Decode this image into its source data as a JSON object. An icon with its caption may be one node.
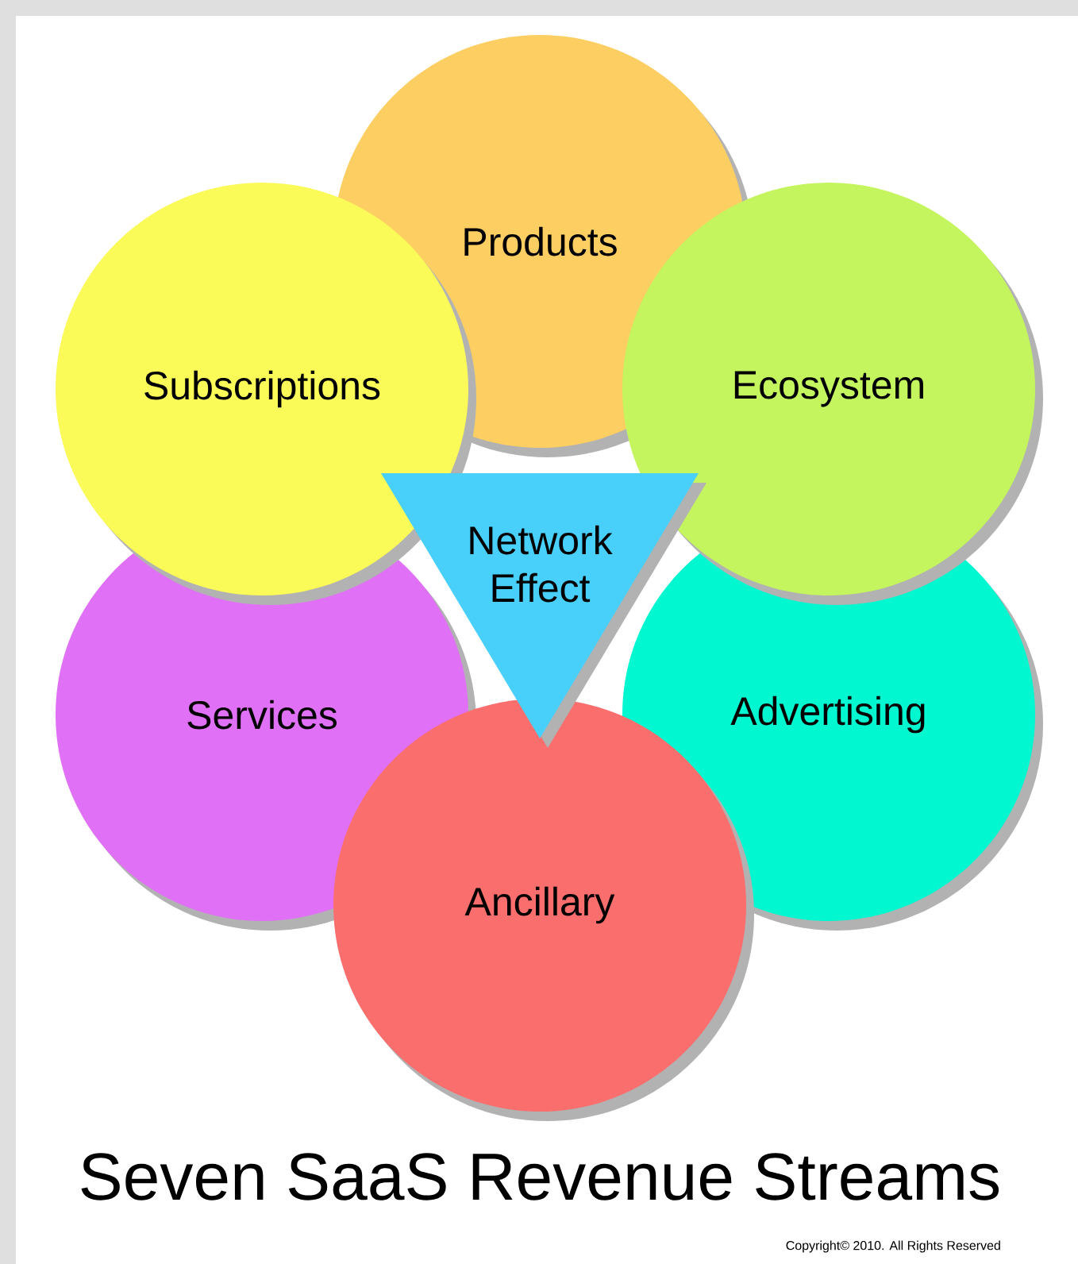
{
  "diagram": {
    "title": "Seven SaaS Revenue Streams",
    "nodes": [
      {
        "text": [
          "Products"
        ]
      },
      {
        "text": [
          "Subscriptions"
        ]
      },
      {
        "text": [
          "Ecosystem"
        ]
      },
      {
        "text": [
          "Network Effect"
        ]
      },
      {
        "text": [
          "Services"
        ]
      },
      {
        "text": [
          "Advertising"
        ]
      },
      {
        "text": [
          "Ancillary"
        ]
      }
    ],
    "labels": [
      "Copyright© 2010. All Rights Reserved"
    ]
  }
}
